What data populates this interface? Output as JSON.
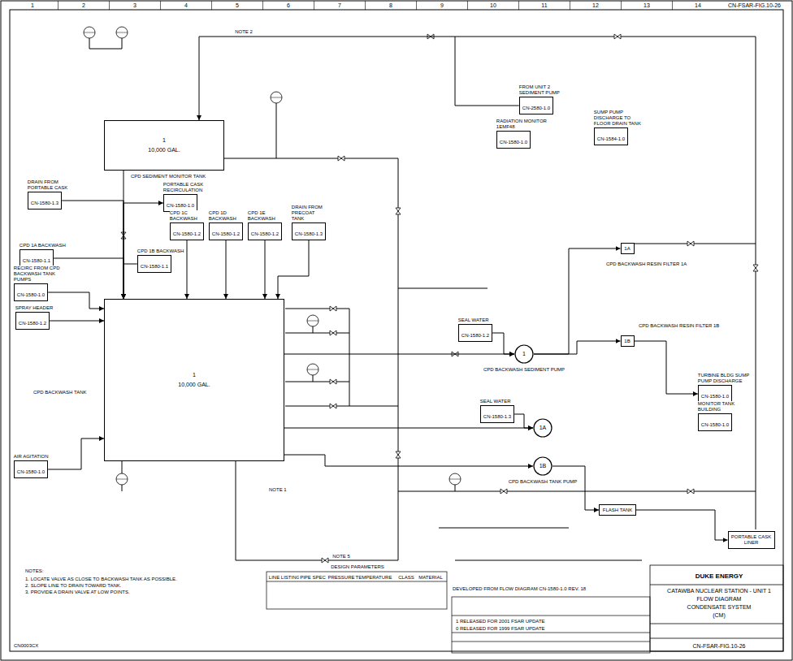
{
  "diagram": {
    "nodes": [
      {
        "text": [
          "1",
          "10,000 GAL."
        ]
      },
      {
        "text": [
          "1",
          "10,000 GAL."
        ]
      },
      {
        "text": [
          "1"
        ]
      },
      {
        "text": [
          "1A"
        ]
      },
      {
        "text": [
          "1B"
        ]
      },
      {
        "text": [
          "1A"
        ]
      },
      {
        "text": [
          "1B"
        ]
      },
      {
        "text": [
          "DRAIN FROM PORTABLE CASK",
          "CN-1580-1.3"
        ]
      },
      {
        "text": [
          "PORTABLE CASK RECIRCULATION",
          "CN-1580-1.0"
        ]
      },
      {
        "text": [
          "CPD 1A BACKWASH",
          "CN-1580-1.1"
        ]
      },
      {
        "text": [
          "CPD 1B BACKWASH",
          "CN-1580-1.1"
        ]
      },
      {
        "text": [
          "CPD 1C BACKWASH",
          "CN-1580-1.2"
        ]
      },
      {
        "text": [
          "CPD 1D BACKWASH",
          "CN-1580-1.2"
        ]
      },
      {
        "text": [
          "CPD 1E BACKWASH",
          "CN-1580-1.2"
        ]
      },
      {
        "text": [
          "DRAIN FROM PRECOAT TANK",
          "CN-1580-1.3"
        ]
      },
      {
        "text": [
          "RECIRC FROM CPD BACKWASH TANK PUMPS",
          "CN-1580-1.0"
        ]
      },
      {
        "text": [
          "SPRAY HEADER",
          "CN-1580-1.2"
        ]
      },
      {
        "text": [
          "FROM UNIT 2 SEDIMENT PUMP",
          "CN-2580-1.0"
        ]
      },
      {
        "text": [
          "RADIATION MONITOR 1EMF48",
          "CN-1580-1.0"
        ]
      },
      {
        "text": [
          "SUMP PUMP DISCHARGE TO FLOOR DRAIN TANK",
          "CN-1584-1.0"
        ]
      },
      {
        "text": [
          "TURBINE BLDG SUMP PUMP DISCHARGE",
          "CN-1580-1.0"
        ]
      },
      {
        "text": [
          "MONITOR TANK BUILDING",
          "CN-1580-1.0"
        ]
      },
      {
        "text": [
          "SEAL WATER",
          "CN-1580-1.2"
        ]
      },
      {
        "text": [
          "SEAL WATER",
          "CN-1580-1.3"
        ]
      },
      {
        "text": [
          "FLASH TANK"
        ]
      },
      {
        "text": [
          "PORTABLE CASK LINER"
        ]
      },
      {
        "text": [
          "AIR AGITATION",
          "CN-1580-1.0"
        ]
      }
    ],
    "edges": [
      {
        "from": 0,
        "to": 1,
        "arrow": "to"
      },
      {
        "from": 7,
        "to": 1,
        "arrow": "to"
      },
      {
        "from": 1,
        "to": 8,
        "arrow": "to"
      },
      {
        "from": 9,
        "to": 1,
        "arrow": "to"
      },
      {
        "from": 10,
        "to": 1,
        "arrow": "to"
      },
      {
        "from": 11,
        "to": 1,
        "arrow": "to"
      },
      {
        "from": 12,
        "to": 1,
        "arrow": "to"
      },
      {
        "from": 13,
        "to": 1,
        "arrow": "to"
      },
      {
        "from": 14,
        "to": 1,
        "arrow": "to"
      },
      {
        "from": 15,
        "to": 1,
        "arrow": "to"
      },
      {
        "from": 16,
        "to": 1,
        "arrow": "to"
      },
      {
        "from": 26,
        "to": 1,
        "arrow": "to"
      },
      {
        "from": 1,
        "to": 2,
        "arrow": "to"
      },
      {
        "from": 2,
        "to": 5,
        "arrow": "to"
      },
      {
        "from": 2,
        "to": 6,
        "arrow": "to"
      },
      {
        "from": 1,
        "to": 3,
        "arrow": "to"
      },
      {
        "from": 1,
        "to": 4,
        "arrow": "to"
      },
      {
        "from": 22,
        "to": 2,
        "arrow": "to"
      },
      {
        "from": 23,
        "to": 3,
        "arrow": "to"
      },
      {
        "from": 17,
        "to": 0,
        "arrow": "to"
      },
      {
        "from": 4,
        "to": 24,
        "arrow": "to"
      },
      {
        "from": 24,
        "to": 25,
        "arrow": "to"
      },
      {
        "from": 6,
        "to": 20,
        "arrow": "to"
      }
    ],
    "labels": [
      "CN-FSAR-FIG.10-26",
      "1",
      "2",
      "3",
      "4",
      "5",
      "6",
      "7",
      "8",
      "9",
      "10",
      "11",
      "12",
      "13",
      "14",
      "CPD SEDIMENT MONITOR TANK",
      "CPD BACKWASH TANK",
      "CPD BACKWASH SEDIMENT PUMP",
      "CPD BACKWASH TANK PUMP",
      "CPD BACKWASH RESIN FILTER 1A",
      "CPD BACKWASH RESIN FILTER 1B",
      "NOTE 2",
      "NOTE 1",
      "NOTE 5",
      "DESIGN PARAMETERS",
      "LINE LISTING",
      "PIPE SPEC",
      "PRESSURE",
      "TEMPERATURE",
      "CLASS",
      "MATERIAL",
      "NOTES:",
      "1. LOCATE VALVE AS CLOSE TO BACKWASH TANK AS POSSIBLE.",
      "2. SLOPE LINE TO DRAIN TOWARD TANK.",
      "3. PROVIDE A DRAIN VALVE AT LOW POINTS.",
      "DEVELOPED FROM FLOW DIAGRAM CN-1580-1.0 REV. 18",
      "DUKE ENERGY",
      "CATAWBA NUCLEAR STATION - UNIT 1",
      "FLOW DIAGRAM",
      "CONDENSATE SYSTEM",
      "(CM)",
      "1 RELEASED FOR 2001 FSAR UPDATE",
      "0 RELEASED FOR 1999 FSAR UPDATE",
      "CN-FSAR-FIG.10-26",
      "CN0003CX"
    ]
  }
}
